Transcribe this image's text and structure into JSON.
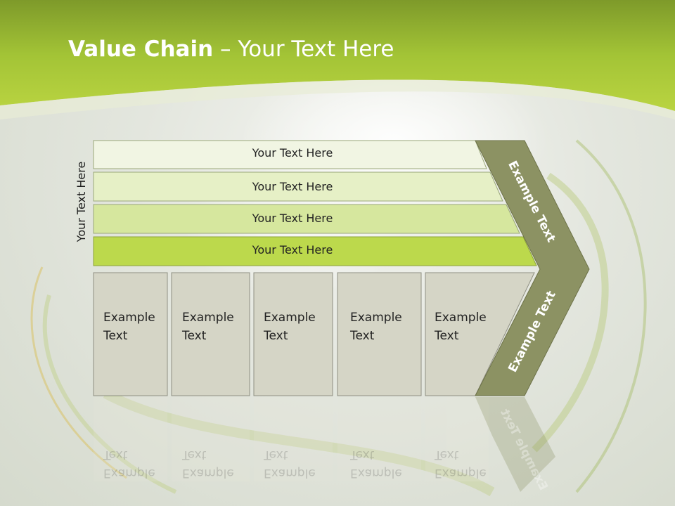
{
  "slide": {
    "title_bold": "Value Chain",
    "title_rest": " – Your Text Here",
    "side_label": "Your Text Here"
  },
  "rows": [
    {
      "label": "Your Text Here",
      "fill": "#f1f5e3"
    },
    {
      "label": "Your Text Here",
      "fill": "#e6f0c6"
    },
    {
      "label": "Your Text Here",
      "fill": "#d6e79e"
    },
    {
      "label": "Your Text Here",
      "fill": "#bcd94c"
    }
  ],
  "boxes": [
    {
      "line1": "Example",
      "line2": "Text"
    },
    {
      "line1": "Example",
      "line2": "Text"
    },
    {
      "line1": "Example",
      "line2": "Text"
    },
    {
      "line1": "Example",
      "line2": "Text"
    },
    {
      "line1": "Example",
      "line2": "Text"
    }
  ],
  "chevron": {
    "top_label": "Example Text",
    "bottom_label": "Example Text",
    "fill": "#8c9263"
  },
  "colors": {
    "header_green": "#9dbf2c",
    "box_fill": "#d5d5c6",
    "box_stroke": "#8f8f82"
  }
}
